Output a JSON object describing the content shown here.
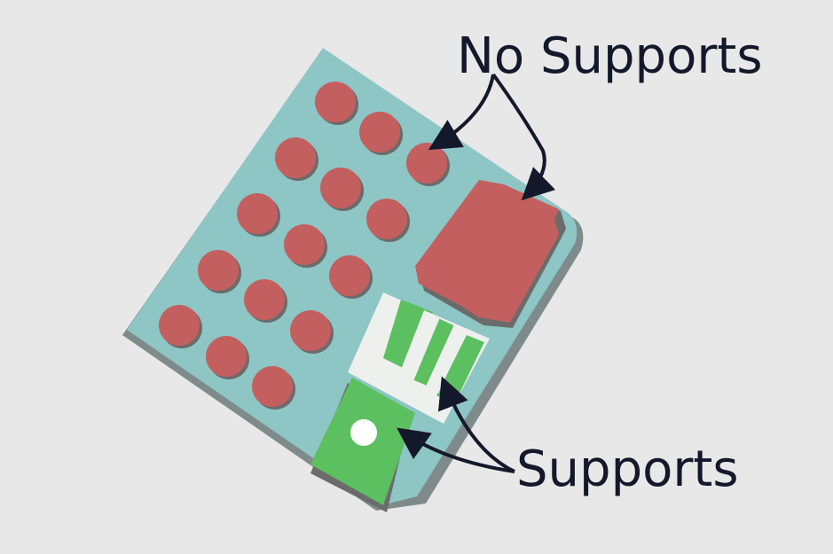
{
  "labels": {
    "no_supports": "No Supports",
    "supports": "Supports"
  },
  "colors": {
    "background": "#e8e8e8",
    "plate": "#8ec5c5",
    "plate_edge": "#7f8b8b",
    "no_support_region": "#c45f5f",
    "support_region": "#5cbf60",
    "support_wall": "#eef0ee",
    "ink": "#14182b"
  },
  "legend_meaning": {
    "red": "No Supports",
    "green": "Supports"
  }
}
